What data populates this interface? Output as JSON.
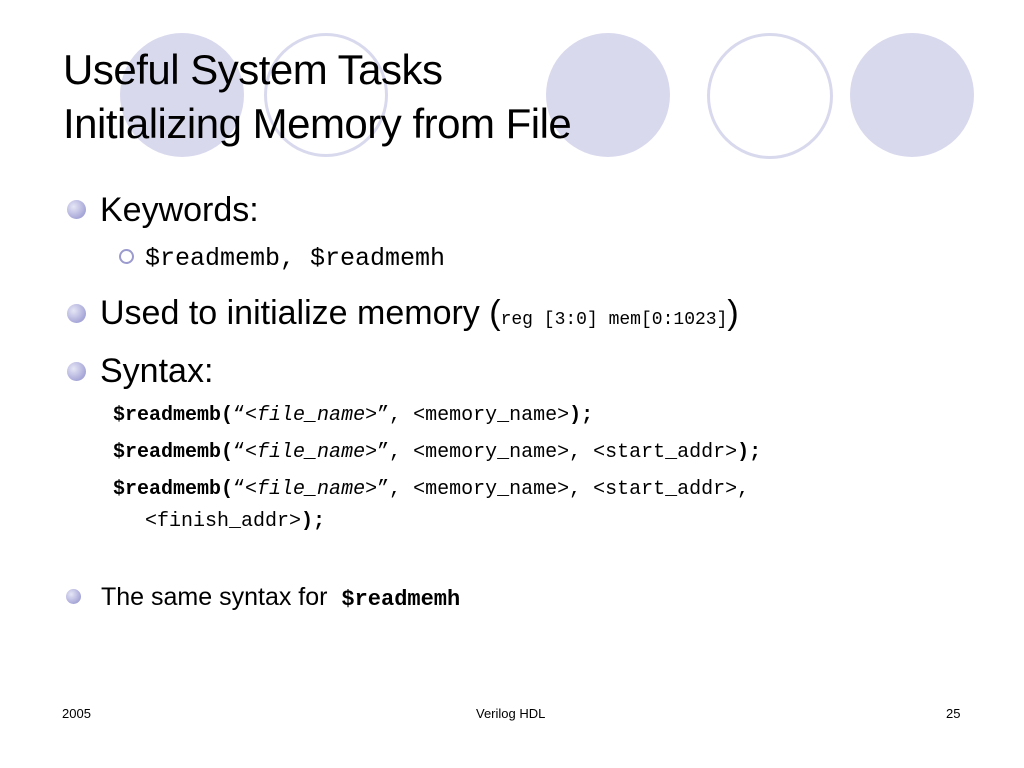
{
  "title": {
    "line1": "Useful System Tasks",
    "line2": "Initializing Memory from File"
  },
  "bullets": {
    "keywords_label": "Keywords:",
    "keywords_value": "$readmemb, $readmemh",
    "used_text": "Used to initialize memory (",
    "used_code": "reg [3:0] mem[0:1023]",
    "used_close": ")",
    "syntax_label": "Syntax:",
    "same_text": "The same syntax for",
    "same_code": "$readmemh"
  },
  "syntax": {
    "fn": "$readmemb(",
    "open_quote": "“",
    "file": "<file_name>",
    "close_quote_sep": "”, ",
    "mem": "<memory_name>",
    "sep": ", ",
    "start": "<start_addr>",
    "finish": "<finish_addr>",
    "end": ");",
    "trailing_comma": ","
  },
  "footer": {
    "left": "2005",
    "center": "Verilog HDL",
    "right": "25"
  },
  "colors": {
    "circle_fill": "#d9d9ee",
    "bullet": "#a7a7d8"
  }
}
